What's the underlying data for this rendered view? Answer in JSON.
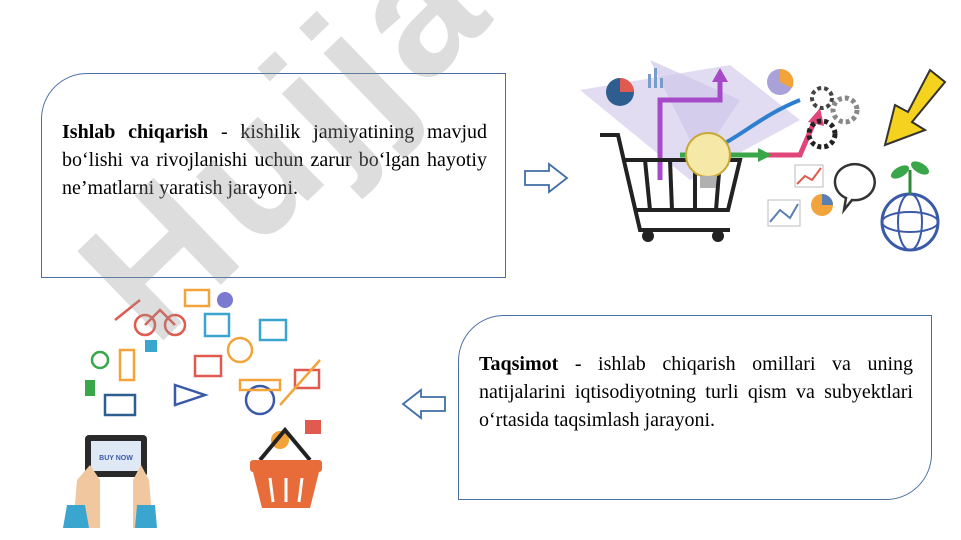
{
  "slide": {
    "box1": {
      "term": "Ishlab chiqarish",
      "definition": " - kishilik jamiyatining mavjud bo‘lishi va rivojlanishi uchun zarur bo‘lgan hayotiy ne’matlarni yaratish jarayoni."
    },
    "box2": {
      "term": "Taqsimot",
      "definition": " - ishlab chiqarish omillari va uning natijalarini iqtisodiyotning turli qism va subyektlari o‘rtasida taqsimlash jarayoni."
    },
    "watermark": "Hujjat",
    "tablet_screen_text": "BUY NOW"
  },
  "icons": {
    "arrow_right": "arrow-right-outline-icon",
    "arrow_left": "arrow-left-outline-icon",
    "illustration_1": "shopping-cart-economy-illustration",
    "illustration_2": "online-shopping-products-illustration"
  },
  "colors": {
    "box_border": "#4a6fa5",
    "arrow_outline": "#3e6ea8",
    "watermark": "#969696"
  }
}
